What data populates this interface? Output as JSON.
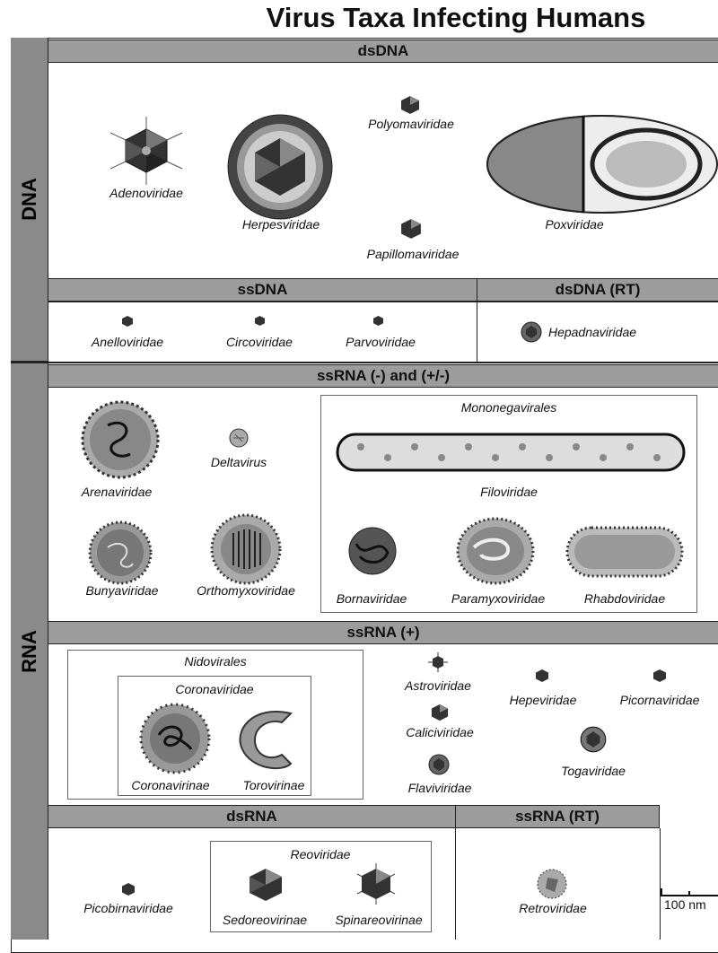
{
  "title": "Virus Taxa Infecting Humans",
  "groups": {
    "dna": "DNA",
    "rna": "RNA"
  },
  "headers": {
    "dsDNA": "dsDNA",
    "ssDNA": "ssDNA",
    "dsDNA_RT": "dsDNA (RT)",
    "ssRNA_neg": "ssRNA (-) and (+/-)",
    "ssRNA_pos": "ssRNA (+)",
    "dsRNA": "dsRNA",
    "ssRNA_RT": "ssRNA (RT)"
  },
  "dsDNA": {
    "adenoviridae": "Adenoviridae",
    "herpesviridae": "Herpesviridae",
    "polyomaviridae": "Polyomaviridae",
    "papillomaviridae": "Papillomaviridae",
    "poxviridae": "Poxviridae"
  },
  "ssDNA": {
    "anelloviridae": "Anelloviridae",
    "circoviridae": "Circoviridae",
    "parvoviridae": "Parvoviridae"
  },
  "dsDNA_RT": {
    "hepadnaviridae": "Hepadnaviridae"
  },
  "ssRNA_neg": {
    "arenaviridae": "Arenaviridae",
    "deltavirus": "Deltavirus",
    "bunyaviridae": "Bunyaviridae",
    "orthomyxoviridae": "Orthomyxoviridae",
    "order": "Mononegavirales",
    "filoviridae": "Filoviridae",
    "bornaviridae": "Bornaviridae",
    "paramyxoviridae": "Paramyxoviridae",
    "rhabdoviridae": "Rhabdoviridae"
  },
  "ssRNA_pos": {
    "order": "Nidovirales",
    "family": "Coronaviridae",
    "coronavirinae": "Coronavirinae",
    "torovirinae": "Torovirinae",
    "astroviridae": "Astroviridae",
    "caliciviridae": "Caliciviridae",
    "flaviviridae": "Flaviviridae",
    "hepeviridae": "Hepeviridae",
    "picornaviridae": "Picornaviridae",
    "togaviridae": "Togaviridae"
  },
  "dsRNA": {
    "picobirnaviridae": "Picobirnaviridae",
    "family": "Reoviridae",
    "sedoreovirinae": "Sedoreovirinae",
    "spinareovirinae": "Spinareovirinae"
  },
  "ssRNA_RT": {
    "retroviridae": "Retroviridae"
  },
  "scale": {
    "label": "100 nm"
  }
}
